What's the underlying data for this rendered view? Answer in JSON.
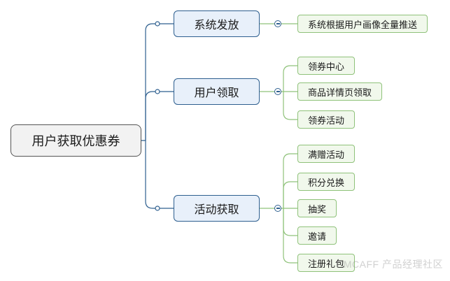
{
  "root": {
    "label": "用户获取优惠券"
  },
  "branches": [
    {
      "label": "系统发放",
      "leaves": [
        "系统根据用户画像全量推送"
      ]
    },
    {
      "label": "用户领取",
      "leaves": [
        "领券中心",
        "商品详情页领取",
        "领券活动"
      ]
    },
    {
      "label": "活动获取",
      "leaves": [
        "满赠活动",
        "积分兑换",
        "抽奖",
        "邀请",
        "注册礼包"
      ]
    }
  ],
  "watermark": "PMCAFF 产品经理社区",
  "colors": {
    "branch_line": "#2e5f8f",
    "leaf_line": "#8fc27a",
    "root_border": "#555555"
  }
}
